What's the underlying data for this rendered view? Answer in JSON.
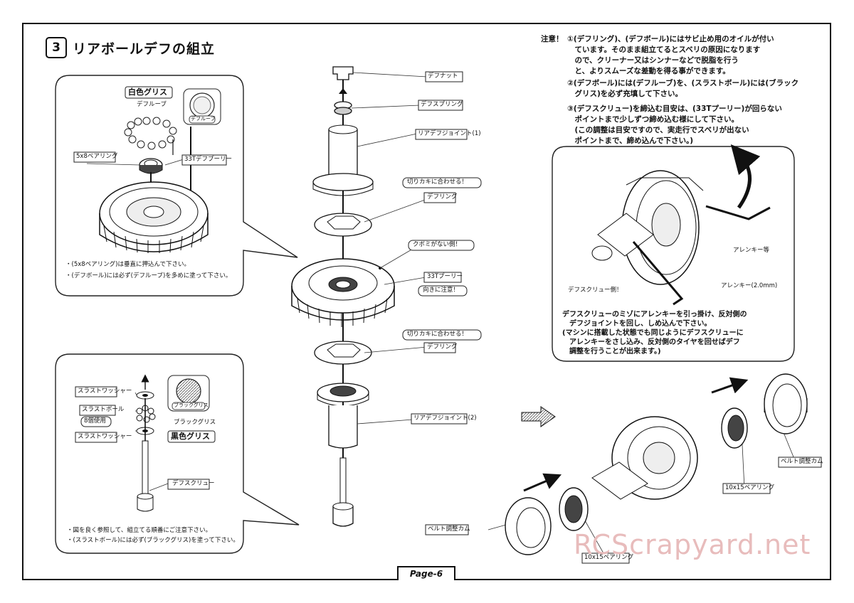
{
  "header": {
    "section_number": "3",
    "title": "リアボールデフの組立"
  },
  "notes": {
    "caution_lead": "注意！",
    "caution_1": "①(デフリング)、(デフボール)にはサビ止め用のオイルが付い\n　ています。そのまま組立てるとスベリの原因になります\n　ので、クリーナー又はシンナーなどで脱脂を行う\n　と、よりスムーズな差動を得る事ができます。",
    "caution_2": "②(デフボール)には(デフルーブ)を、(スラストボール)には(ブラック\n　グリス)を必ず充填して下さい。",
    "caution_3": "③(デフスクリュー)を締込む目安は、(33Tプーリー)が回らない\n　ポイントまで少しずつ締め込む様にして下さい。\n　(この調整は目安ですので、実走行でスベリが出ない\n　ポイントまで、締め込んで下さい。)"
  },
  "inset_top": {
    "white_grease": "白色グリス",
    "diff_lube": "デフルーブ",
    "diff_lube_cap": "デフルーブ",
    "bearing_5x8": "5x8ベアリング",
    "pulley_33t": "33Tデフプーリー",
    "note_1": "・(5x8ベアリング)は垂直に押込んで下さい。",
    "note_2": "・(デフボール)には必ず(デフルーブ)を多めに塗って下さい。"
  },
  "inset_bottom": {
    "thrust_washer_1": "スラストワッシャー",
    "thrust_ball": "スラストボール",
    "eight_used": "8個使用",
    "thrust_washer_2": "スラストワッシャー",
    "black_grease_cap": "ブラックグリス",
    "black_grease_label": "ブラックグリス",
    "black_grease": "黒色グリス",
    "diff_screw": "デフスクリュー",
    "note_1": "・図を良く参照して、組立てる順番にご注意下さい。",
    "note_2": "・(スラストボール)には必ず(ブラックグリス)を塗って下さい。"
  },
  "center_parts": {
    "diff_nut": "デフナット",
    "diff_spring": "デフスプリング",
    "rear_joint_1": "リアデフジョイント(1)",
    "align_notch_1": "切りカキに合わせる！",
    "diff_ring_1": "デフリング",
    "no_recess_side": "クボミがない側！",
    "pulley_33t": "33Tプーリー",
    "mind_direction": "向きに注意！",
    "align_notch_2": "切りカキに合わせる！",
    "diff_ring_2": "デフリング",
    "rear_joint_2": "リアデフジョイント(2)"
  },
  "inset_right": {
    "wrench_etc": "アレンキー等",
    "diff_screw_side": "デフスクリュー側！",
    "hex_wrench": "アレンキー(2.0mm)",
    "instruction": "デフスクリューのミゾにアレンキーを引っ掛け、反対側の\n　デフジョイントを回し、しめ込んで下さい。\n(マシンに搭載した状態でも同じようにデフスクリューに\n　アレンキーをさし込み、反対側のタイヤを回せばデフ\n　調整を行うことが出来ます。)"
  },
  "right_assembly": {
    "belt_cam_right": "ベルト調整カム",
    "bearing_10x15_right": "10x15ベアリング",
    "belt_cam_left": "ベルト調整カム",
    "bearing_10x15_left": "10x15ベアリング"
  },
  "footer": {
    "page": "Page-6"
  },
  "watermark": "RCScrapyard.net"
}
